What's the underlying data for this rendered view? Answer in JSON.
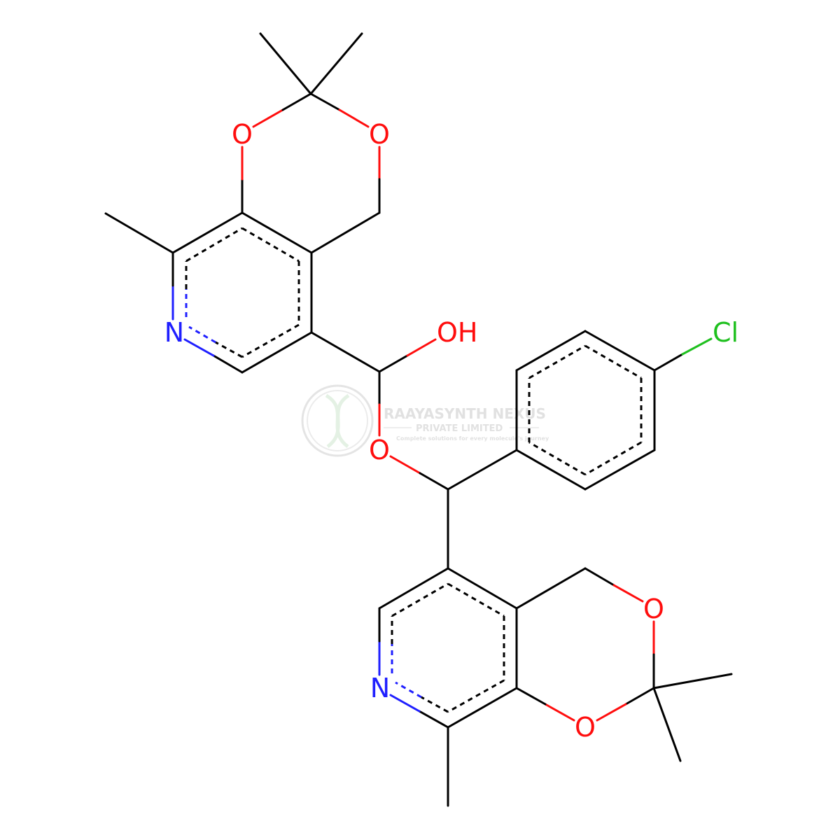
{
  "atoms": {
    "o_top_left": "O",
    "o_top_right": "O",
    "n_upper": "N",
    "oh": "OH",
    "cl": "Cl",
    "o_ether": "O",
    "o_lower_right": "O",
    "n_lower": "N",
    "o_lower_bottom": "O"
  },
  "watermark": {
    "name": "RAAYASYNTH NEXUS",
    "subtitle": "PRIVATE LIMITED",
    "tagline": "Complete solutions for every molecule's journey"
  },
  "colors": {
    "carbon": "#000000",
    "oxygen": "#ff0d0d",
    "nitrogen": "#1f1fff",
    "chlorine": "#1fc01f",
    "watermark": "#c9c9c9"
  }
}
